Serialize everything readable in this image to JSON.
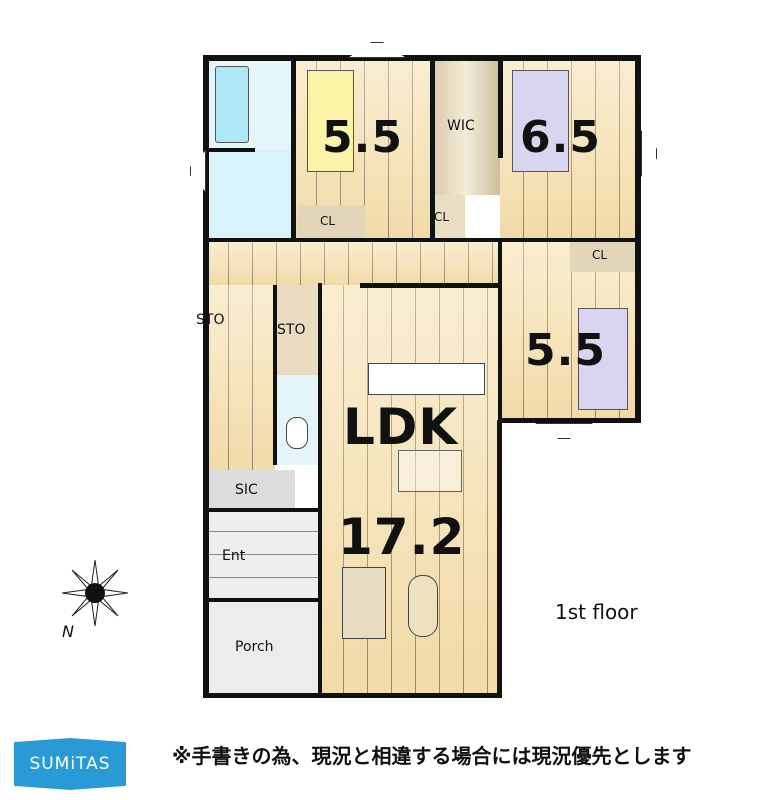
{
  "rooms": {
    "bedroom1": {
      "size": "5.5"
    },
    "wic": {
      "label": "WIC"
    },
    "bedroom2": {
      "size": "6.5"
    },
    "bedroom3": {
      "size": "5.5"
    },
    "cl1": {
      "label": "CL"
    },
    "cl2": {
      "label": "CL"
    },
    "cl3": {
      "label": "CL"
    },
    "sto1": {
      "label": "STO"
    },
    "sto2": {
      "label": "STO"
    },
    "ldk": {
      "label": "LDK",
      "size": "17.2"
    },
    "sic": {
      "label": "SIC"
    },
    "ent": {
      "label": "Ent"
    },
    "porch": {
      "label": "Porch"
    }
  },
  "floor_label": "1st floor",
  "compass": {
    "north": "N"
  },
  "logo": {
    "text": "SUMiTAS",
    "color": "#2a9ad6"
  },
  "disclaimer": "※手書きの為、現況と相違する場合には現況優先とします"
}
